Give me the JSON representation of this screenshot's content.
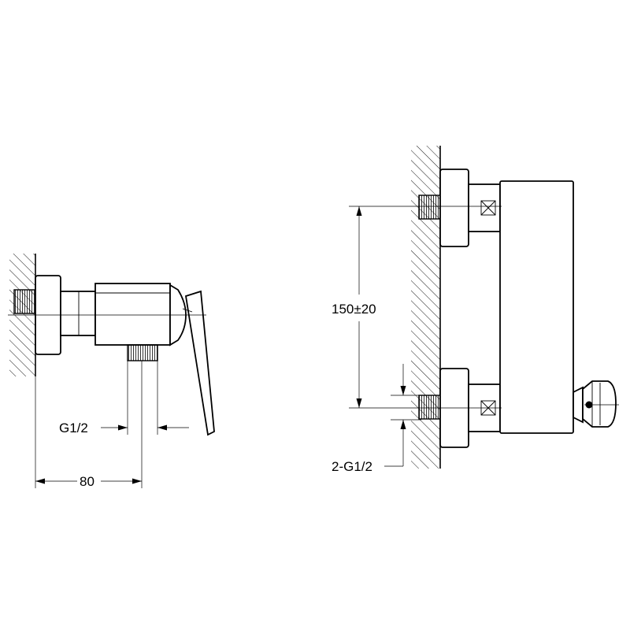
{
  "dimensions": {
    "inlet_thread_label": "G1/2",
    "depth_label": "80",
    "center_distance_label": "150±20",
    "wall_connection_label": "2-G1/2"
  },
  "colors": {
    "line": "#000000",
    "background": "#ffffff"
  }
}
